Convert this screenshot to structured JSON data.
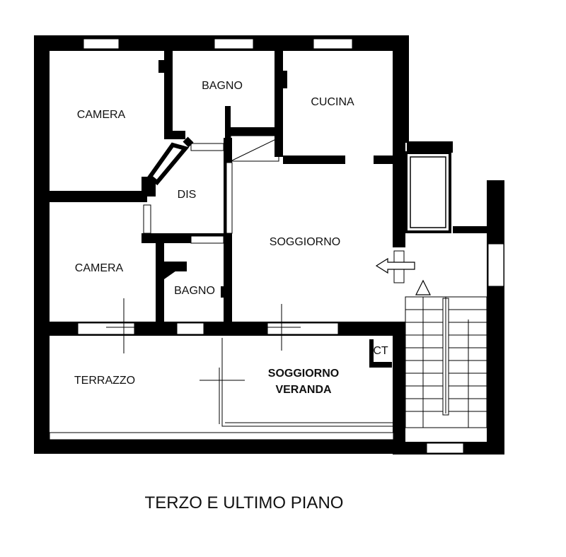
{
  "rooms": {
    "camera_top": "CAMERA",
    "bagno_top": "BAGNO",
    "cucina": "CUCINA",
    "dis": "DIS",
    "soggiorno": "SOGGIORNO",
    "camera_bottom": "CAMERA",
    "bagno_bottom": "BAGNO",
    "ct": "CT",
    "terrazzo": "TERRAZZO",
    "soggiorno_veranda_line1": "SOGGIORNO",
    "soggiorno_veranda_line2": "VERANDA"
  },
  "caption": "TERZO E ULTIMO PIANO"
}
